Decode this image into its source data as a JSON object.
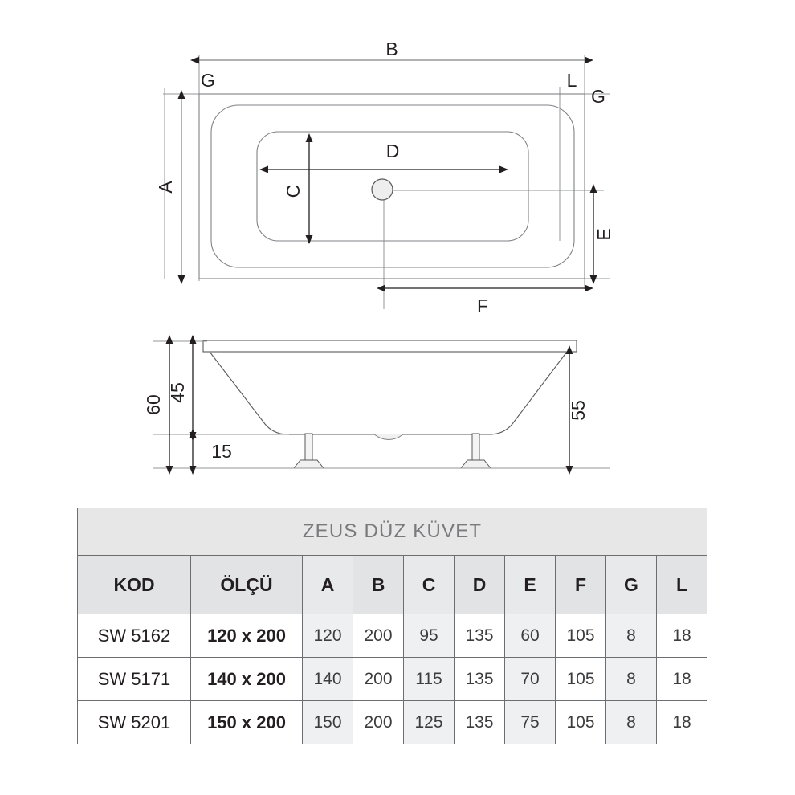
{
  "drawing": {
    "plan_view": {
      "name": "bathtub-plan-view",
      "labels": {
        "A": "A",
        "B": "B",
        "C": "C",
        "D": "D",
        "E": "E",
        "F": "F",
        "G_left": "G",
        "G_right": "G",
        "L": "L"
      },
      "drain": "drain-hole"
    },
    "side_view": {
      "name": "bathtub-side-elevation",
      "labels": {
        "total_height": "60",
        "basin_depth": "45",
        "foot_height": "15",
        "right_height": "55"
      }
    }
  },
  "table": {
    "title": "ZEUS DÜZ KÜVET",
    "columns": [
      "KOD",
      "ÖLÇÜ",
      "A",
      "B",
      "C",
      "D",
      "E",
      "F",
      "G",
      "L"
    ],
    "rows": [
      {
        "kod": "SW 5162",
        "olcu": "120 x 200",
        "A": "120",
        "B": "200",
        "C": "95",
        "D": "135",
        "E": "60",
        "F": "105",
        "G": "8",
        "L": "18"
      },
      {
        "kod": "SW 5171",
        "olcu": "140 x 200",
        "A": "140",
        "B": "200",
        "C": "115",
        "D": "135",
        "E": "70",
        "F": "105",
        "G": "8",
        "L": "18"
      },
      {
        "kod": "SW 5201",
        "olcu": "150 x 200",
        "A": "150",
        "B": "200",
        "C": "125",
        "D": "135",
        "E": "75",
        "F": "105",
        "G": "8",
        "L": "18"
      }
    ],
    "shaded_columns": [
      "A",
      "C",
      "E",
      "G"
    ]
  },
  "colors": {
    "line": "#231f20",
    "thin_line": "#808285",
    "table_border": "#6d6e71",
    "header_bg": "#e2e3e4",
    "title_bg": "#e7e7e8",
    "title_text": "#7a7a7d",
    "alt_cell_bg": "#eff0f1",
    "page_bg": "#ffffff"
  }
}
